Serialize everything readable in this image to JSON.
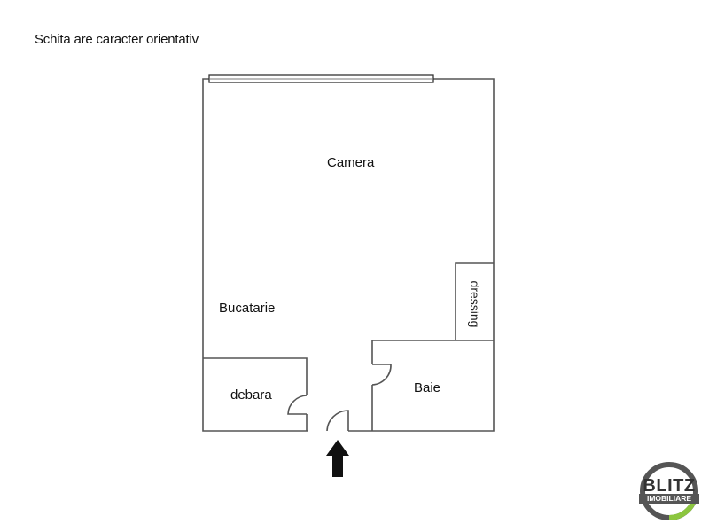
{
  "caption": "Schita are caracter orientativ",
  "rooms": {
    "camera": "Camera",
    "bucatarie": "Bucatarie",
    "dressing": "dressing",
    "debara": "debara",
    "baie": "Baie"
  },
  "entrance": {
    "icon": "up-arrow-icon"
  },
  "logo": {
    "line1": "BLITZ",
    "line2": "IMOBILIARE",
    "colors": {
      "ring": "#555555",
      "accent": "#8cc63f"
    }
  },
  "colors": {
    "wall": "#555555",
    "arrow": "#111111"
  }
}
